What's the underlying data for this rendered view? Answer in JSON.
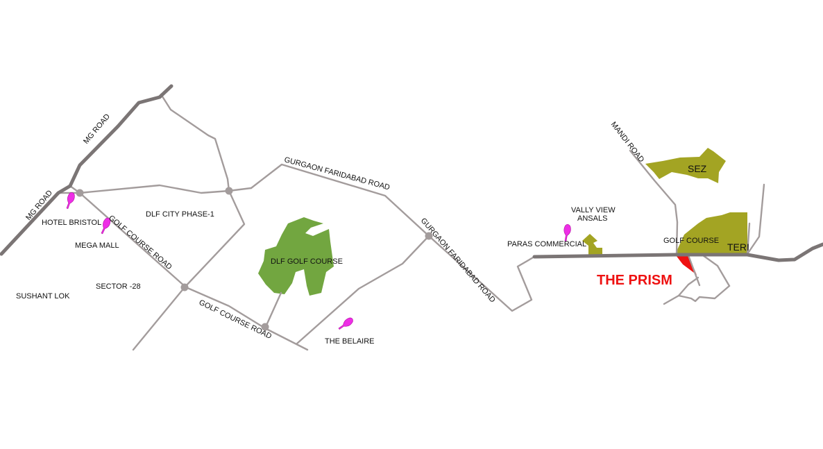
{
  "colors": {
    "road": "#a39c9c",
    "major_road": "#7b7575",
    "golf_green": "#72a640",
    "olive": "#a3a423",
    "pin": "#ee2ee6",
    "prism": "#ee1111"
  },
  "roads": {
    "mg_road_upper": "MG ROAD",
    "mg_road_lower": "MG ROAD",
    "golf_course_road_upper": "GOLF COURSE ROAD",
    "golf_course_road_lower": "GOLF COURSE ROAD",
    "gurgaon_faridabad_road_upper": "GURGAON FARIDABAD ROAD",
    "gurgaon_faridabad_road_lower": "GURGAON FARIDABAD ROAD",
    "mandi_road": "MANDI ROAD"
  },
  "areas": {
    "dlf_city": "DLF CITY PHASE-1",
    "sushant_lok": "SUSHANT LOK",
    "sector_28": "SECTOR -28",
    "dlf_golf_course": "DLF GOLF COURSE",
    "sez": "SEZ",
    "golf_course": "GOLF COURSE",
    "teri": "TERI"
  },
  "landmarks": {
    "hotel_bristol": "HOTEL BRISTOL",
    "mega_mall": "MEGA MALL",
    "the_belaire": "THE BELAIRE",
    "paras_commercial": "PARAS COMMERCIAL",
    "vally_view_line1": "VALLY VIEW",
    "vally_view_line2": "ANSALS"
  },
  "project": {
    "name": "THE PRISM"
  }
}
